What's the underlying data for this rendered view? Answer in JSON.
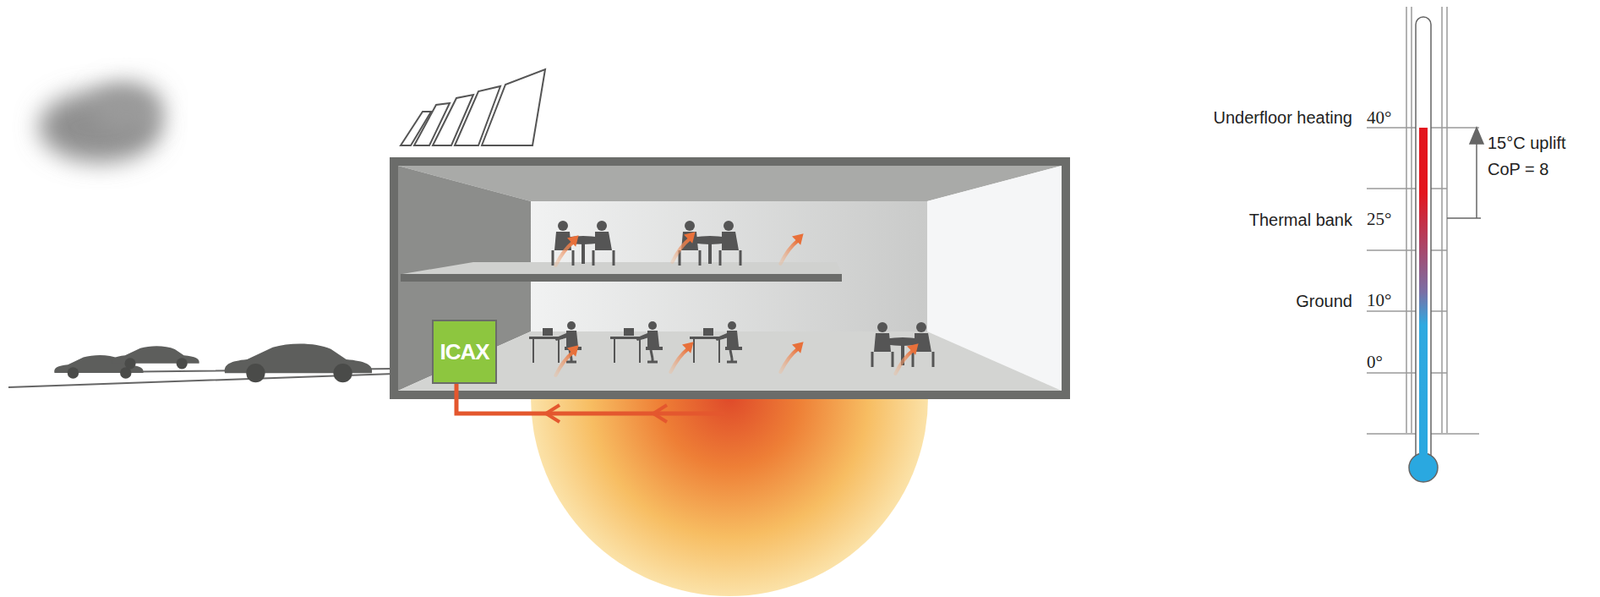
{
  "diagram": {
    "nodes": [
      {
        "text": [
          "ICAX"
        ]
      }
    ],
    "labels": [
      "Underfloor heating",
      "40°",
      "Thermal bank",
      "25°",
      "Ground",
      "10°",
      "0°",
      "15°C uplift",
      "CoP = 8"
    ]
  }
}
